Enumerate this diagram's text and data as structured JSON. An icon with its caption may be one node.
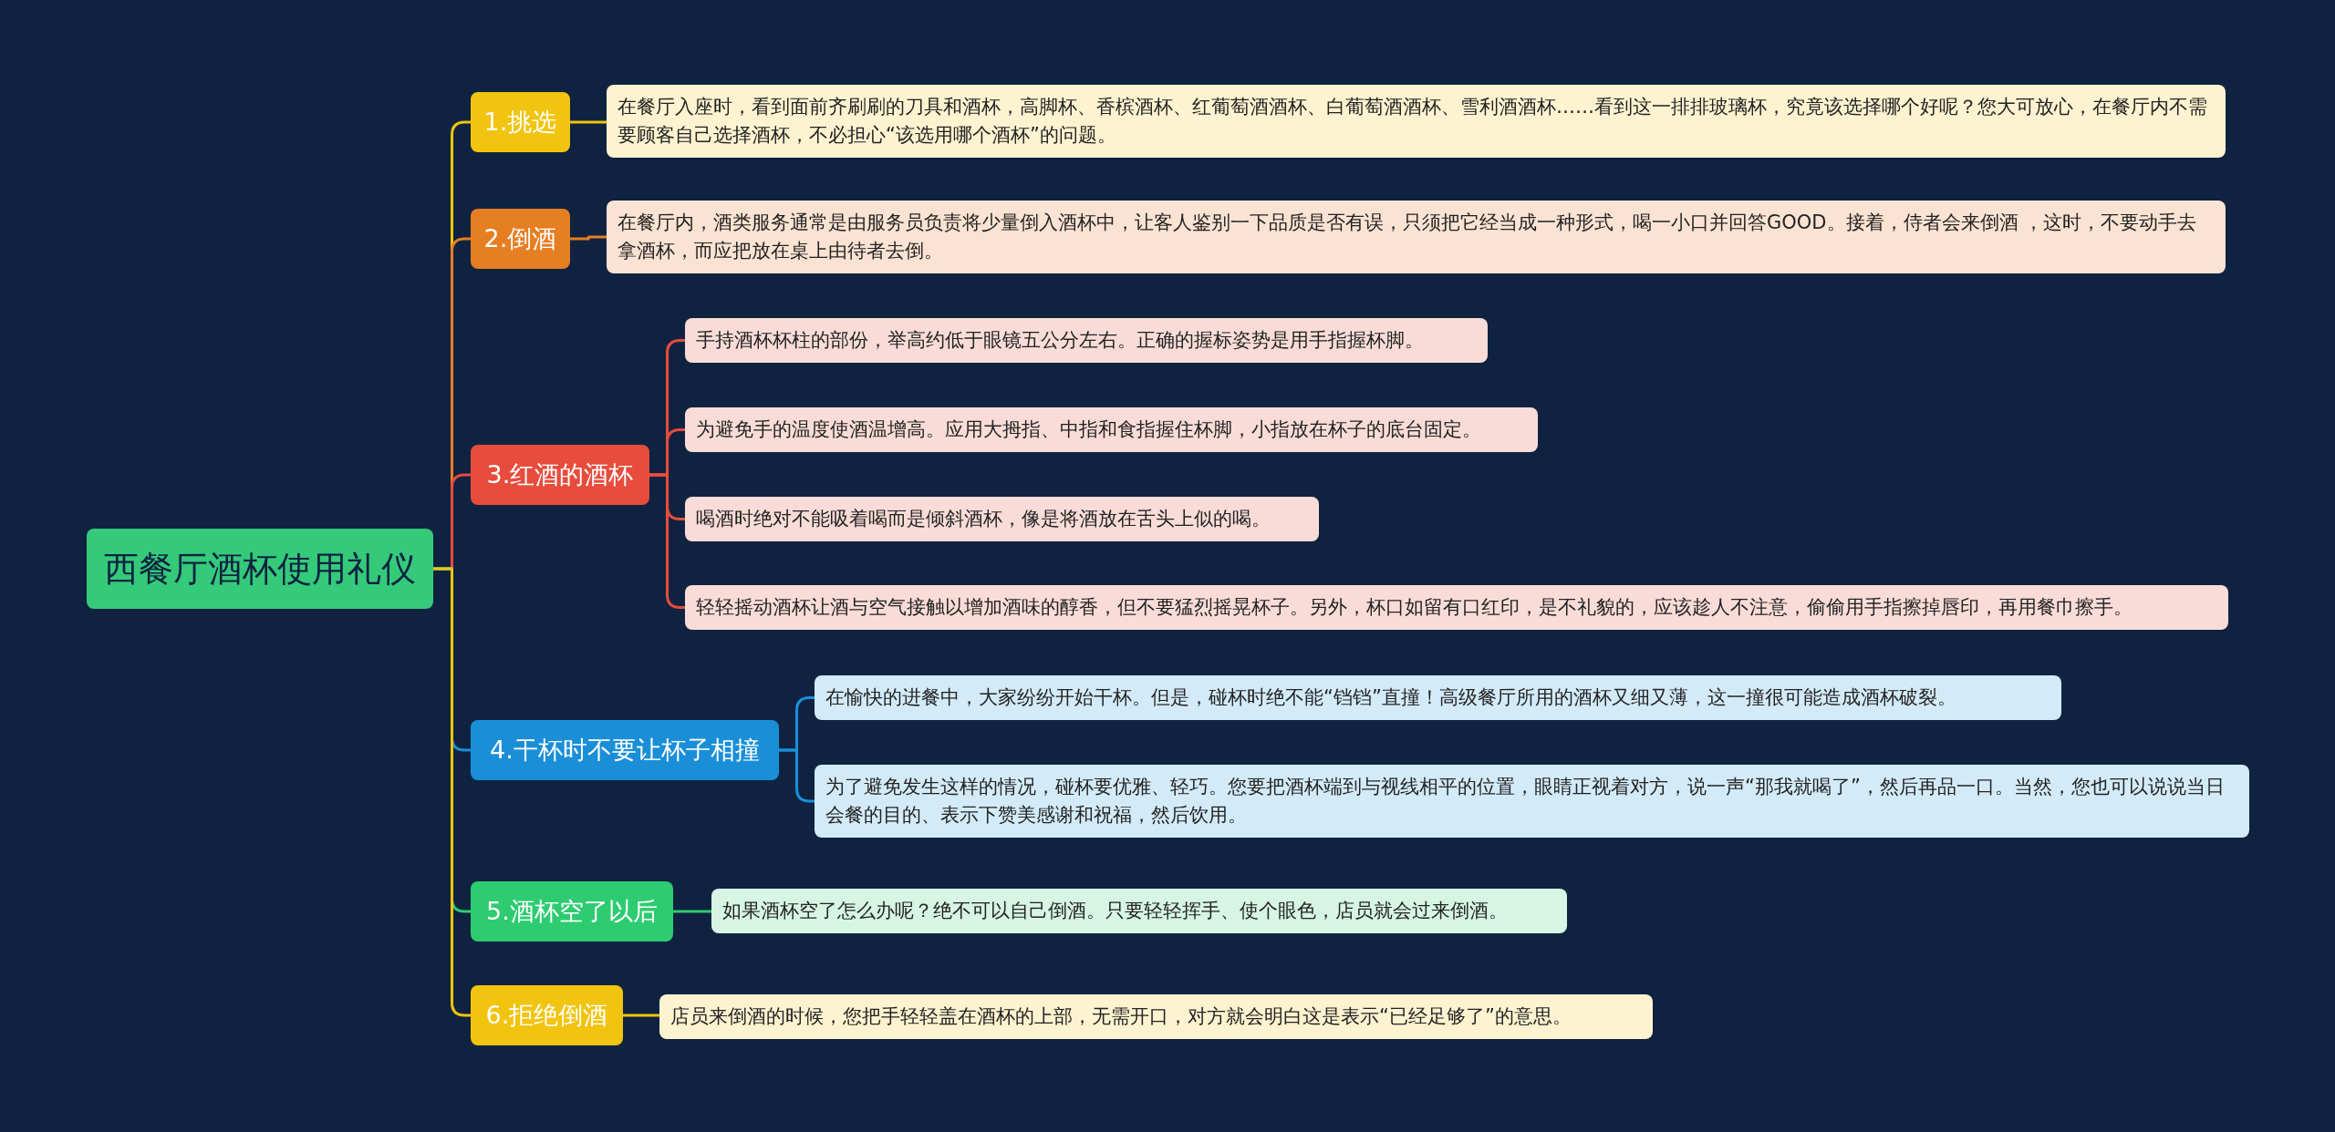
{
  "diagram": {
    "nodes": [
      {
        "text": [
          "西餐厅酒杯使用礼仪"
        ]
      },
      {
        "text": [
          "1.挑选"
        ]
      },
      {
        "text": [
          "在餐厅入座时，看到面前齐刷刷的刀具和酒杯，高脚杯、香槟酒杯、红葡萄酒酒杯、白葡萄酒酒杯、雪利酒酒杯……看到这一排排玻璃杯，究竟该选择哪个好呢？您大可放心，在餐厅内不需要顾客自己选择酒杯，不必担心“该选用哪个酒杯”的问题。"
        ]
      },
      {
        "text": [
          "2.倒酒"
        ]
      },
      {
        "text": [
          "在餐厅内，酒类服务通常是由服务员负责将少量倒入酒杯中，让客人鉴别一下品质是否有误，只须把它经当成一种形式，喝一小口并回答GOOD。接着，侍者会来倒酒 ，这时，不要动手去拿酒杯，而应把放在桌上由待者去倒。"
        ]
      },
      {
        "text": [
          "3.红酒的酒杯"
        ]
      },
      {
        "text": [
          "手持酒杯杯柱的部份，举高约低于眼镜五公分左右。正确的握标姿势是用手指握杯脚。"
        ]
      },
      {
        "text": [
          "为避免手的温度使酒温增高。应用大拇指、中指和食指握住杯脚，小指放在杯子的底台固定。"
        ]
      },
      {
        "text": [
          "喝酒时绝对不能吸着喝而是倾斜酒杯，像是将酒放在舌头上似的喝。"
        ]
      },
      {
        "text": [
          "轻轻摇动酒杯让酒与空气接触以增加酒味的醇香，但不要猛烈摇晃杯子。另外，杯口如留有口红印，是不礼貌的，应该趁人不注意，偷偷用手指擦掉唇印，再用餐巾擦手。"
        ]
      },
      {
        "text": [
          "4.干杯时不要让杯子相撞"
        ]
      },
      {
        "text": [
          "在愉快的进餐中，大家纷纷开始干杯。但是，碰杯时绝不能“铛铛”直撞！高级餐厅所用的酒杯又细又薄，这一撞很可能造成酒杯破裂。"
        ]
      },
      {
        "text": [
          "为了避免发生这样的情况，碰杯要优雅、轻巧。您要把酒杯端到与视线相平的位置，眼睛正视着对方，说一声“那我就喝了”，然后再品一口。当然，您也可以说说当日会餐的目的、表示下赞美感谢和祝福，然后饮用。"
        ]
      },
      {
        "text": [
          "5.酒杯空了以后"
        ]
      },
      {
        "text": [
          "如果酒杯空了怎么办呢？绝不可以自己倒酒。只要轻轻挥手、使个眼色，店员就会过来倒酒。"
        ]
      },
      {
        "text": [
          "6.拒绝倒酒"
        ]
      },
      {
        "text": [
          "店员来倒酒的时候，您把手轻轻盖在酒杯的上部，无需开口，对方就会明白这是表示“已经足够了”的意思。"
        ]
      }
    ],
    "edges": [
      {
        "from": 0,
        "to": 1,
        "arrow": "none",
        "color": "#f1c40f"
      },
      {
        "from": 1,
        "to": 2,
        "arrow": "none",
        "color": "#f1c40f"
      },
      {
        "from": 0,
        "to": 3,
        "arrow": "none",
        "color": "#e67e22"
      },
      {
        "from": 3,
        "to": 4,
        "arrow": "none",
        "color": "#e67e22"
      },
      {
        "from": 0,
        "to": 5,
        "arrow": "none",
        "color": "#e74c3c"
      },
      {
        "from": 5,
        "to": 6,
        "arrow": "none",
        "color": "#e74c3c"
      },
      {
        "from": 5,
        "to": 7,
        "arrow": "none",
        "color": "#e74c3c"
      },
      {
        "from": 5,
        "to": 8,
        "arrow": "none",
        "color": "#e74c3c"
      },
      {
        "from": 5,
        "to": 9,
        "arrow": "none",
        "color": "#e74c3c"
      },
      {
        "from": 0,
        "to": 10,
        "arrow": "none",
        "color": "#1a8fd8"
      },
      {
        "from": 10,
        "to": 11,
        "arrow": "none",
        "color": "#1a8fd8"
      },
      {
        "from": 10,
        "to": 12,
        "arrow": "none",
        "color": "#1a8fd8"
      },
      {
        "from": 0,
        "to": 13,
        "arrow": "none",
        "color": "#2ecc71"
      },
      {
        "from": 13,
        "to": 14,
        "arrow": "none",
        "color": "#2ecc71"
      },
      {
        "from": 0,
        "to": 15,
        "arrow": "none",
        "color": "#f1c40f"
      },
      {
        "from": 15,
        "to": 16,
        "arrow": "none",
        "color": "#f1c40f"
      }
    ]
  }
}
